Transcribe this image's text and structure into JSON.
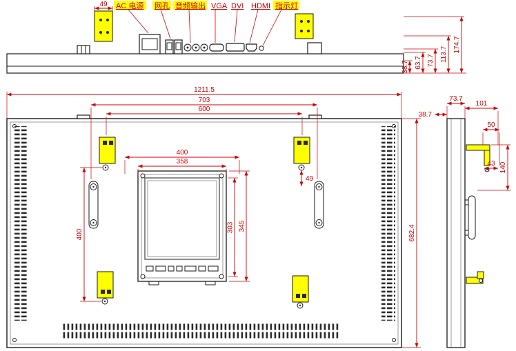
{
  "drawing": {
    "colors": {
      "dimension_red": "#cc0000",
      "highlight_yellow": "#ffff00",
      "line_black": "#1a1a1a"
    },
    "top_view": {
      "connector_labels": {
        "ac_power": "AC 电源",
        "lan_port": "网孔",
        "audio_out": "音频输出",
        "vga": "VGA",
        "dvi": "DVI",
        "hdmi": "HDMI",
        "indicator": "指示灯"
      },
      "dimensions": {
        "bracket_width": "49",
        "height_1": "38.7",
        "height_2": "63.7",
        "height_3": "73.7",
        "height_4": "113.7",
        "height_5": "174.7"
      }
    },
    "front_view": {
      "dimensions": {
        "overall_width": "1211.5",
        "handle_spacing": "703",
        "mount_hole_spacing_h": "600",
        "inner_box_width_outer": "400",
        "inner_box_width_inner": "358",
        "inner_box_height_inner": "303",
        "inner_box_height_outer": "345",
        "mount_hole_spacing_v": "400",
        "bracket_offset": "49",
        "overall_height": "682.4"
      }
    },
    "side_view": {
      "dimensions": {
        "depth": "73.7",
        "bracket_reach": "101",
        "bezel_depth": "38.7",
        "bracket_offset_top": "50",
        "bracket_plate_width": "43",
        "bracket_plate_height": "140"
      }
    }
  }
}
